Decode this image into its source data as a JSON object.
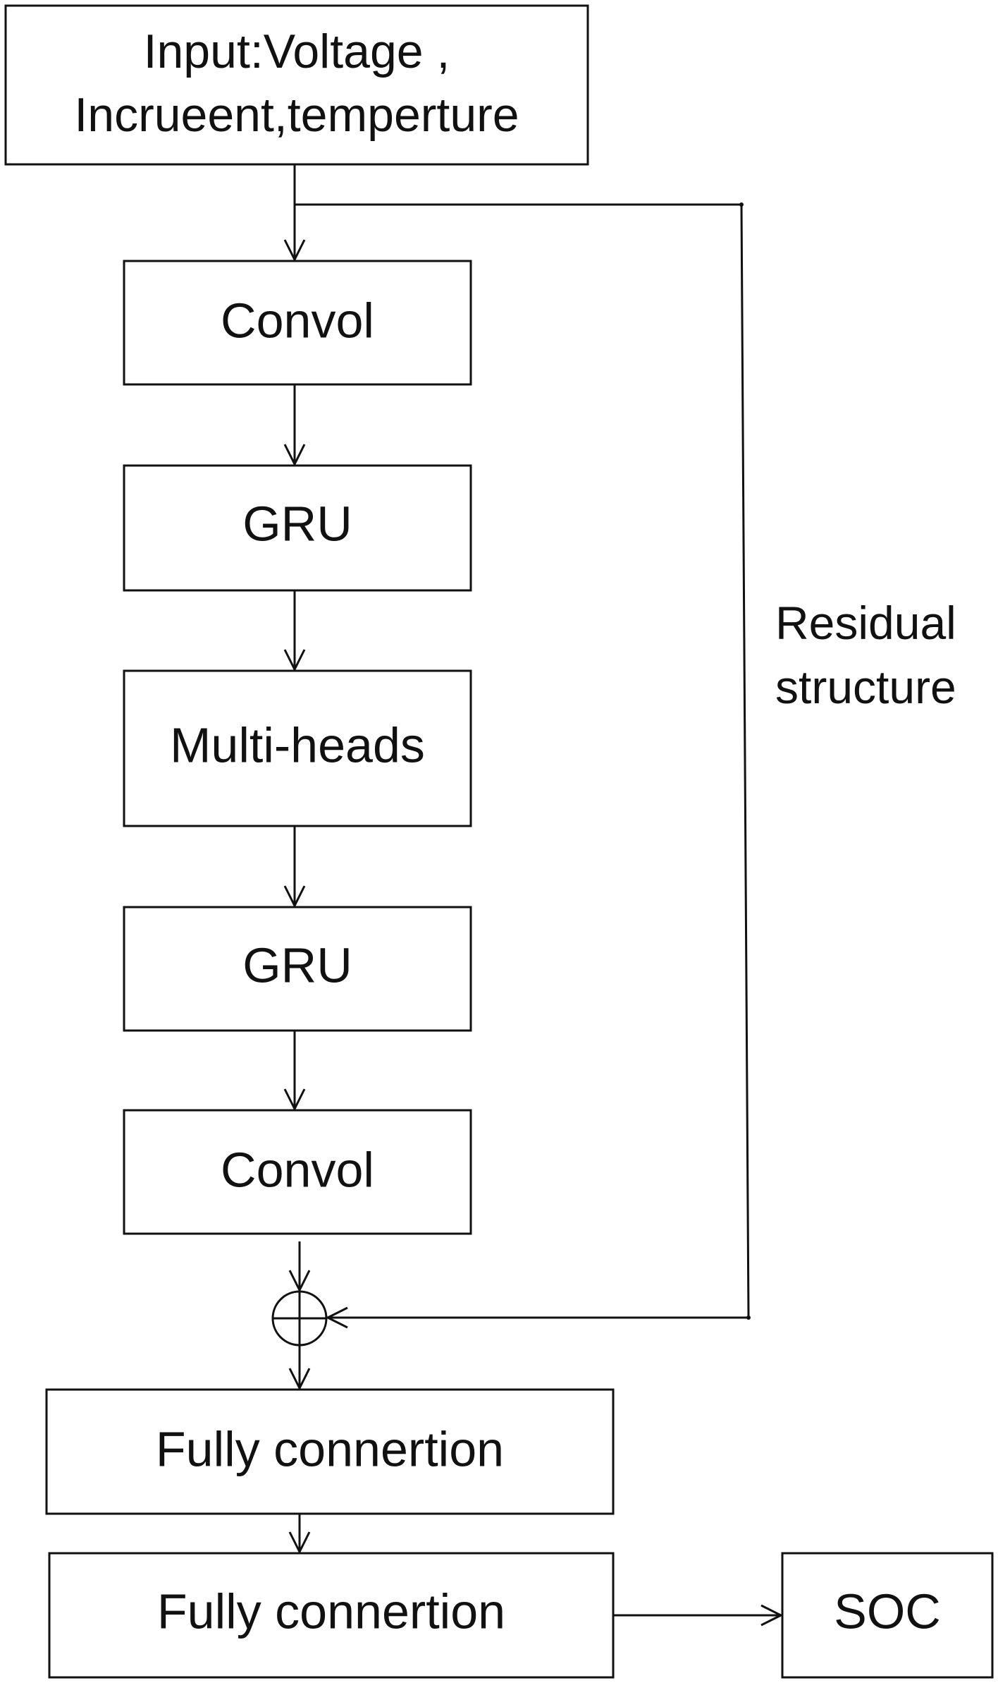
{
  "nodes": {
    "input": {
      "line1": "Input:Voltage ,",
      "line2": "Incrueent,temperture"
    },
    "convol_1": {
      "label": "Convol"
    },
    "gru_1": {
      "label": "GRU"
    },
    "multi_heads": {
      "label": "Multi-heads"
    },
    "gru_2": {
      "label": "GRU"
    },
    "convol_2": {
      "label": "Convol"
    },
    "fully_1": {
      "label": "Fully connertion"
    },
    "fully_2": {
      "label": "Fully connertion"
    },
    "soc": {
      "label": "SOC"
    }
  },
  "residual": {
    "line1": "Residual",
    "line2": "structure"
  },
  "edges": [
    {
      "from": "input",
      "to": "convol_1"
    },
    {
      "from": "convol_1",
      "to": "gru_1"
    },
    {
      "from": "gru_1",
      "to": "multi_heads"
    },
    {
      "from": "multi_heads",
      "to": "gru_2"
    },
    {
      "from": "gru_2",
      "to": "convol_2"
    },
    {
      "from": "convol_2",
      "to": "add_node"
    },
    {
      "from": "input",
      "to": "add_node",
      "label": "residual"
    },
    {
      "from": "add_node",
      "to": "fully_1"
    },
    {
      "from": "fully_1",
      "to": "fully_2"
    },
    {
      "from": "fully_2",
      "to": "soc"
    }
  ],
  "add_node_icon": "circle-plus-icon"
}
